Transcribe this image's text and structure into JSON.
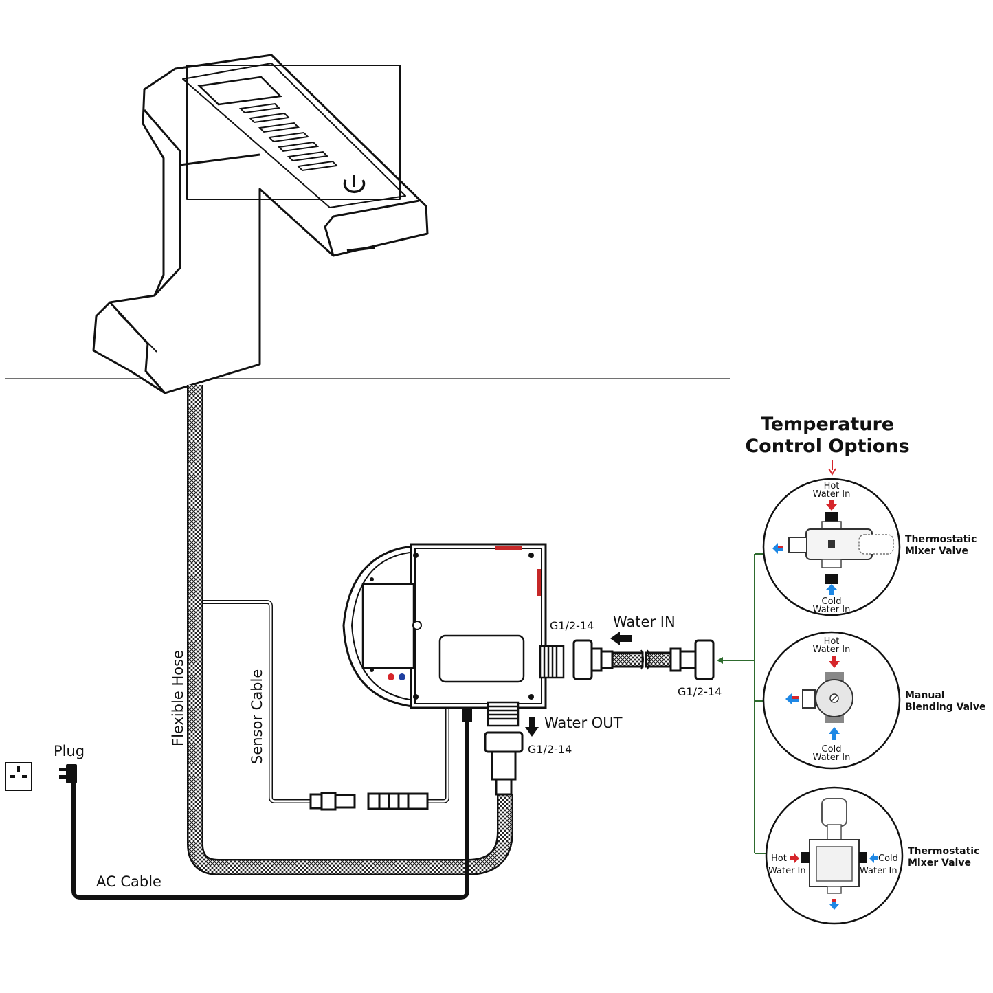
{
  "title_line1": "Temperature",
  "title_line2": "Control Options",
  "labels": {
    "flexible_hose": "Flexible Hose",
    "sensor_cable": "Sensor Cable",
    "plug": "Plug",
    "ac_cable": "AC Cable",
    "water_in": "Water IN",
    "water_out": "Water OUT",
    "thread_box": "G1/2-14",
    "thread_in": "G1/2-14",
    "thread_out": "G1/2-14"
  },
  "options": [
    {
      "name_line1": "Thermostatic",
      "name_line2": "Mixer Valve",
      "hot_line1": "Hot",
      "hot_line2": "Water In",
      "cold_line1": "Cold",
      "cold_line2": "Water In"
    },
    {
      "name_line1": "Manual",
      "name_line2": "Blending Valve",
      "hot_line1": "Hot",
      "hot_line2": "Water In",
      "cold_line1": "Cold",
      "cold_line2": "Water In"
    },
    {
      "name_line1": "Thermostatic",
      "name_line2": "Mixer Valve",
      "hot_line1": "Hot",
      "hot_line2": "Water In",
      "cold_line1": "Cold",
      "cold_line2": "Water In"
    }
  ],
  "colors": {
    "hot": "#d6262b",
    "cold": "#1e88e5",
    "connector": "#2e6b2e",
    "line": "#111111"
  }
}
